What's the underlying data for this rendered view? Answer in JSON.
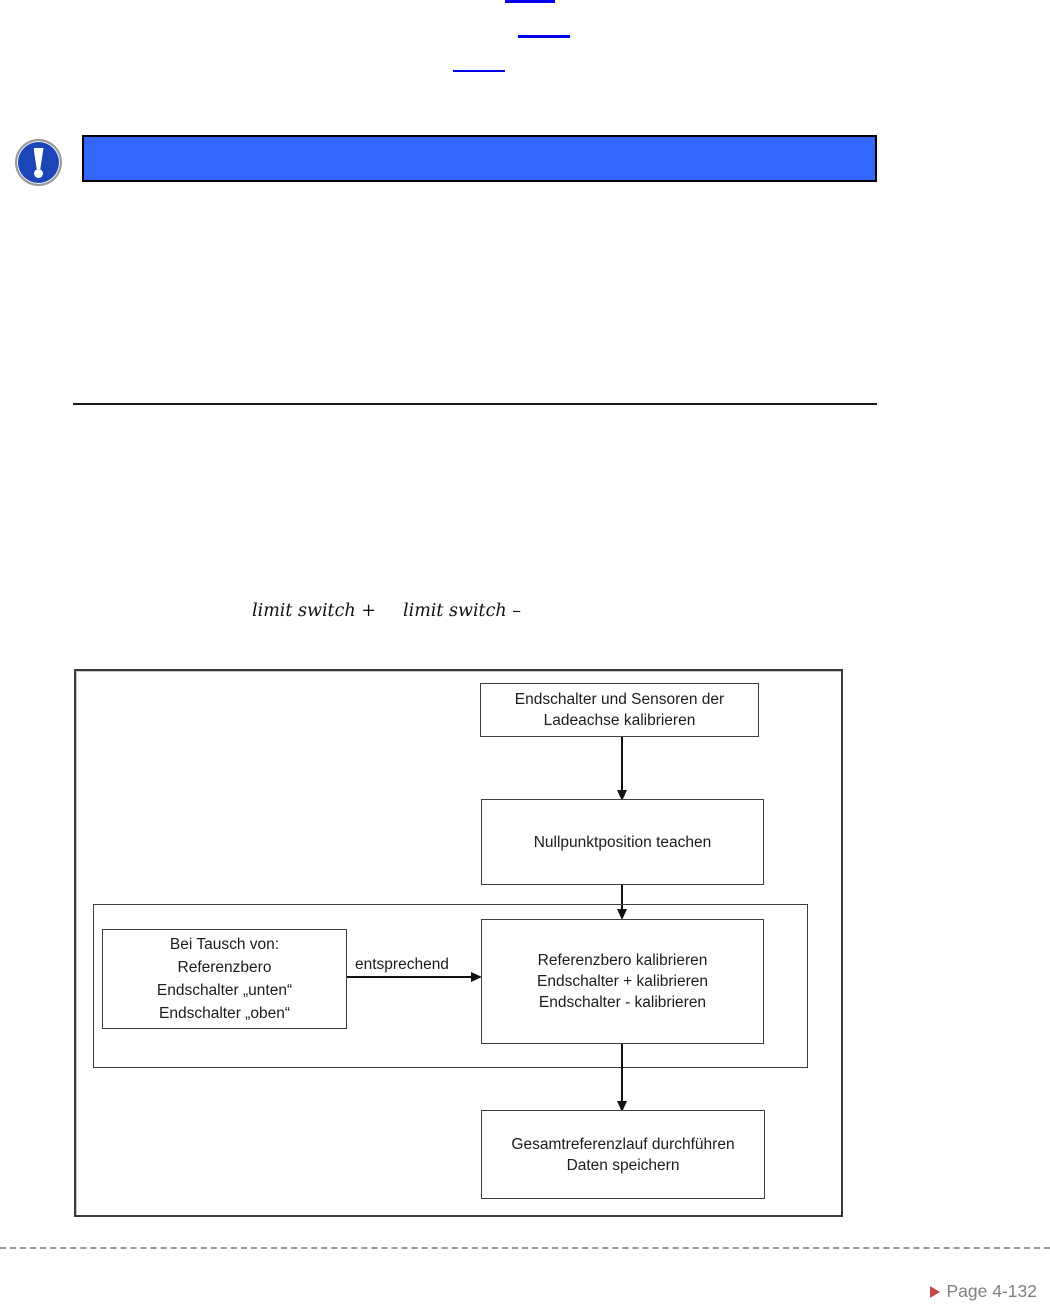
{
  "colors": {
    "banner_blue": "#3366fe",
    "icon_blue": "#1c45b8",
    "link_blue": "#0101ee",
    "box_border": "#3f3f3f",
    "footer_gray": "#808080",
    "footer_arrow_red": "#be4b48",
    "dash_gray": "#9a9a9a"
  },
  "notice": {
    "icon": "exclamation-circle-icon",
    "banner_text": ""
  },
  "inline_text": {
    "fragment_plus": "limit switch +",
    "fragment_minus": "limit switch –"
  },
  "flowchart": {
    "box_calibrate_sensors": {
      "lines": [
        "Endschalter und Sensoren der",
        "Ladeachse kalibrieren"
      ]
    },
    "box_teach_zero": {
      "lines": [
        "Nullpunktposition teachen"
      ]
    },
    "box_on_replacement": {
      "lines": [
        "Bei Tausch von:",
        "Referenzbero",
        "Endschalter „unten“",
        "Endschalter „oben“"
      ]
    },
    "arrow_label": "entsprechend",
    "box_calibrate_reference": {
      "lines": [
        "Referenzbero kalibrieren",
        "Endschalter + kalibrieren",
        "Endschalter - kalibrieren"
      ]
    },
    "box_full_reference_run": {
      "lines": [
        "Gesamtreferenzlauf durchführen",
        "Daten speichern"
      ]
    }
  },
  "footer": {
    "page_label": "Page 4-132"
  }
}
